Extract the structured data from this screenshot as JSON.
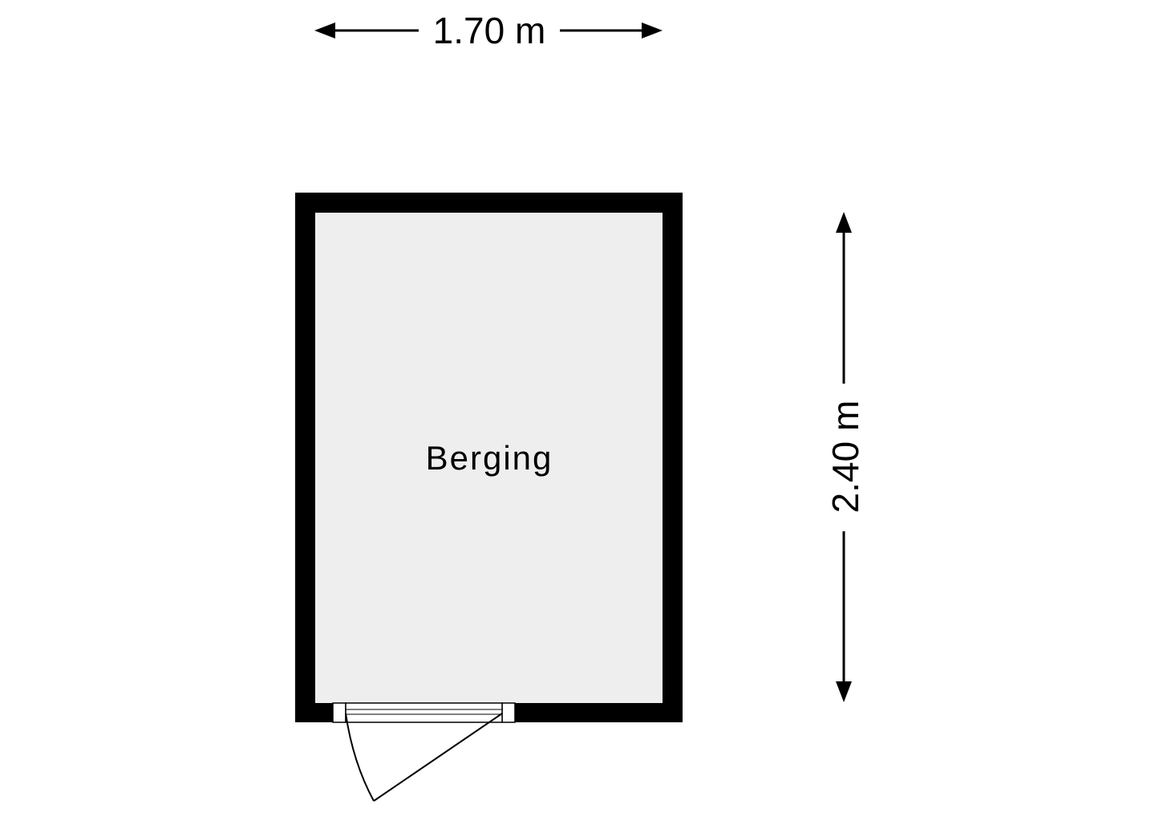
{
  "room": {
    "label": "Berging"
  },
  "dimensions": {
    "width_label": "1.70 m",
    "height_label": "2.40 m"
  },
  "colors": {
    "wall": "#000000",
    "floor": "#eeeeee",
    "background": "#ffffff"
  }
}
